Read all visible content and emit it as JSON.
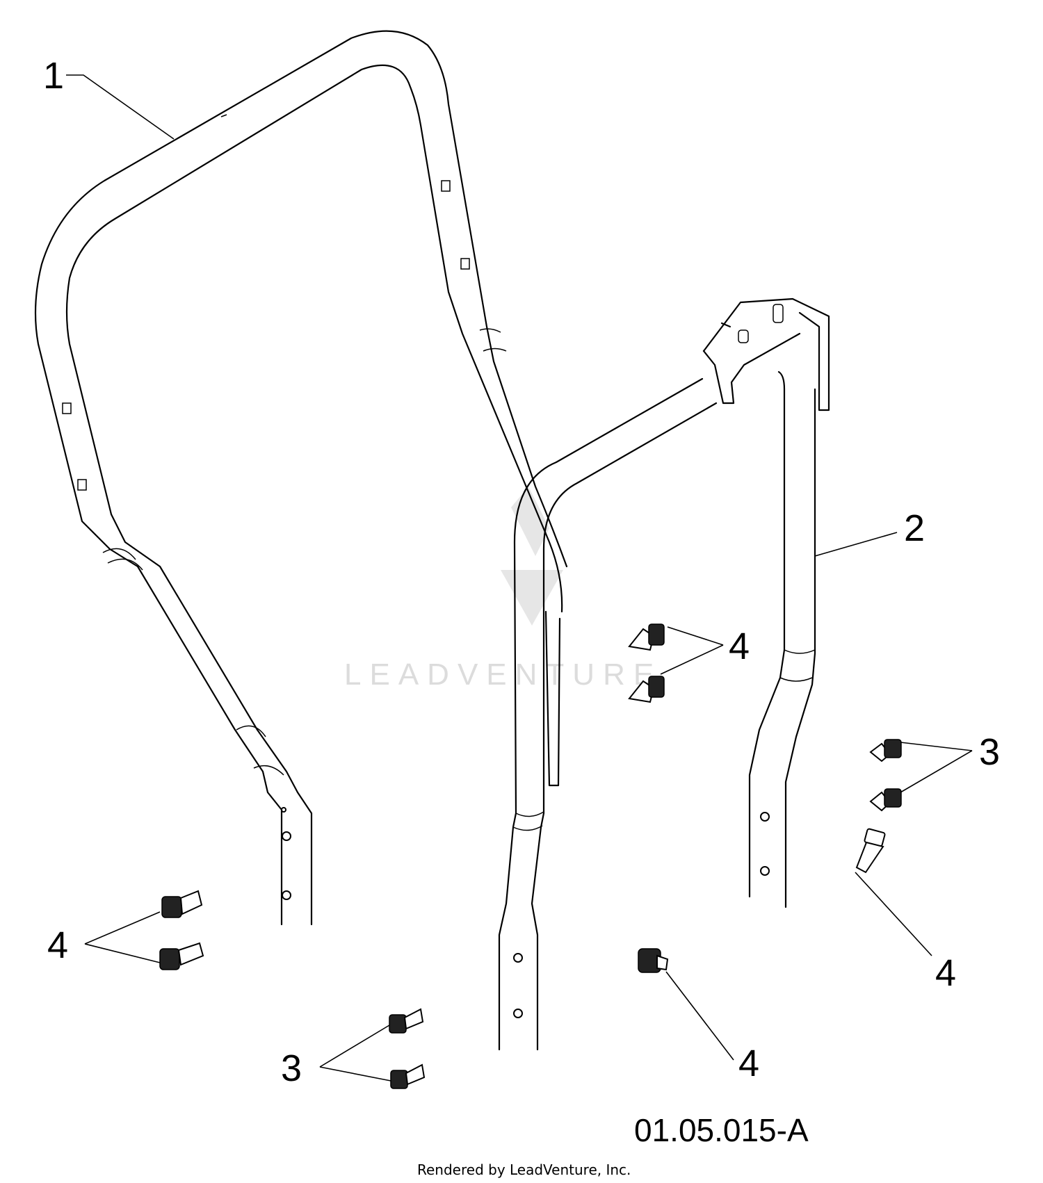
{
  "diagram": {
    "watermark": "LEADVENTURE",
    "reference_code": "01.05.015-A",
    "credit": "Rendered by LeadVenture, Inc.",
    "callouts": {
      "c1": "1",
      "c2": "2",
      "c3_right": "3",
      "c3_bottom": "3",
      "c4_middle": "4",
      "c4_left": "4",
      "c4_right": "4",
      "c4_bottom": "4"
    }
  }
}
